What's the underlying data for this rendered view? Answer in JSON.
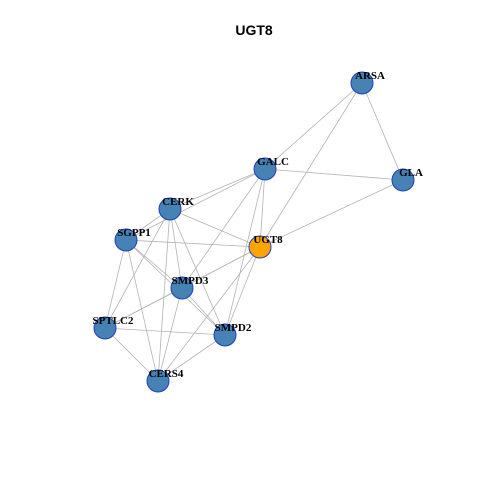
{
  "title": "UGT8",
  "colors": {
    "node_default": "#4682b4",
    "node_highlight": "#ffa500",
    "edge": "#b3b3b3",
    "node_border": "#1f3fbf"
  },
  "nodes": [
    {
      "id": "ARSA",
      "label": "ARSA",
      "highlight": false
    },
    {
      "id": "GALC",
      "label": "GALC",
      "highlight": false
    },
    {
      "id": "GLA",
      "label": "GLA",
      "highlight": false
    },
    {
      "id": "CERK",
      "label": "CERK",
      "highlight": false
    },
    {
      "id": "SGPP1",
      "label": "SGPP1",
      "highlight": false
    },
    {
      "id": "UGT8",
      "label": "UGT8",
      "highlight": true
    },
    {
      "id": "SMPD3",
      "label": "SMPD3",
      "highlight": false
    },
    {
      "id": "SPTLC2",
      "label": "SPTLC2",
      "highlight": false
    },
    {
      "id": "SMPD2",
      "label": "SMPD2",
      "highlight": false
    },
    {
      "id": "CERS4",
      "label": "CERS4",
      "highlight": false
    }
  ],
  "edges": [
    [
      "ARSA",
      "GALC"
    ],
    [
      "ARSA",
      "GLA"
    ],
    [
      "ARSA",
      "UGT8"
    ],
    [
      "GALC",
      "GLA"
    ],
    [
      "GALC",
      "CERK"
    ],
    [
      "GALC",
      "SGPP1"
    ],
    [
      "GALC",
      "UGT8"
    ],
    [
      "GALC",
      "SMPD3"
    ],
    [
      "GALC",
      "SMPD2"
    ],
    [
      "GLA",
      "UGT8"
    ],
    [
      "CERK",
      "SGPP1"
    ],
    [
      "CERK",
      "UGT8"
    ],
    [
      "CERK",
      "SMPD3"
    ],
    [
      "CERK",
      "SPTLC2"
    ],
    [
      "CERK",
      "SMPD2"
    ],
    [
      "CERK",
      "CERS4"
    ],
    [
      "SGPP1",
      "UGT8"
    ],
    [
      "SGPP1",
      "SMPD3"
    ],
    [
      "SGPP1",
      "SPTLC2"
    ],
    [
      "SGPP1",
      "SMPD2"
    ],
    [
      "SGPP1",
      "CERS4"
    ],
    [
      "UGT8",
      "SMPD3"
    ],
    [
      "UGT8",
      "SPTLC2"
    ],
    [
      "UGT8",
      "SMPD2"
    ],
    [
      "UGT8",
      "CERS4"
    ],
    [
      "SMPD3",
      "SPTLC2"
    ],
    [
      "SMPD3",
      "SMPD2"
    ],
    [
      "SMPD3",
      "CERS4"
    ],
    [
      "SPTLC2",
      "SMPD2"
    ],
    [
      "SPTLC2",
      "CERS4"
    ],
    [
      "SMPD2",
      "CERS4"
    ]
  ]
}
